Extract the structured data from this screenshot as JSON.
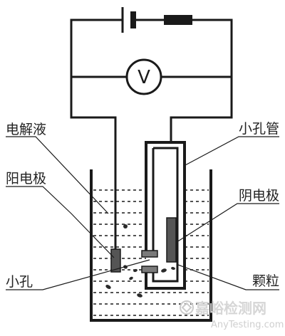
{
  "labels": {
    "electrolyte": "电解液",
    "anode": "阳电极",
    "aperture": "小孔",
    "aperture_tube": "小孔管",
    "cathode": "阴电极",
    "particles": "颗粒",
    "voltmeter_symbol": "V"
  },
  "watermark": {
    "cn": "嘉峪检测网",
    "en": "AnyTesting.com"
  },
  "colors": {
    "line": "#1a1a1a",
    "electrode_fill": "#555555",
    "aperture_fill": "#7a7a7a",
    "particle_fill": "#2a2a2a"
  }
}
